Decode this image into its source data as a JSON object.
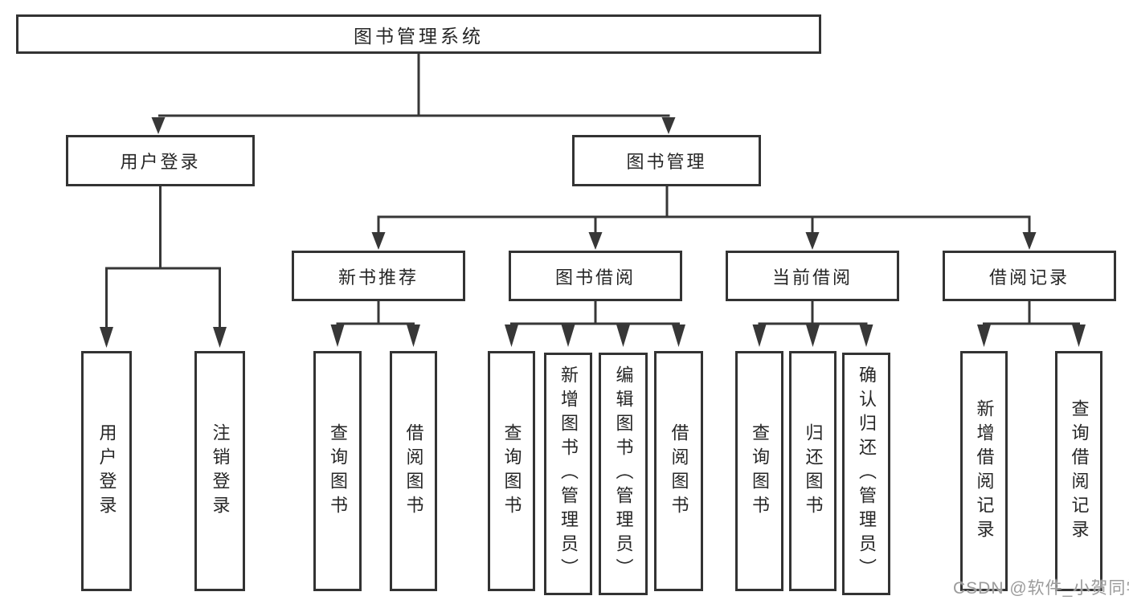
{
  "diagram": {
    "watermark": "CSDN @软件_小贺同学",
    "colors": {
      "background": "#ffffff",
      "line": "#373737",
      "border": "#333333",
      "text": "#262626",
      "watermark": "#9b9b9b"
    },
    "root": {
      "label": "图书管理系统"
    },
    "branches": [
      {
        "label": "用户登录",
        "children": [
          {
            "label": "用户登录"
          },
          {
            "label": "注销登录"
          }
        ]
      },
      {
        "label": "图书管理",
        "children": [
          {
            "label": "新书推荐",
            "children": [
              {
                "label": "查询图书"
              },
              {
                "label": "借阅图书"
              }
            ]
          },
          {
            "label": "图书借阅",
            "children": [
              {
                "label": "查询图书"
              },
              {
                "label": "新增图书（管理员）"
              },
              {
                "label": "编辑图书（管理员）"
              },
              {
                "label": "借阅图书"
              }
            ]
          },
          {
            "label": "当前借阅",
            "children": [
              {
                "label": "查询图书"
              },
              {
                "label": "归还图书"
              },
              {
                "label": "确认归还（管理员）"
              }
            ]
          },
          {
            "label": "借阅记录",
            "children": [
              {
                "label": "新增借阅记录"
              },
              {
                "label": "查询借阅记录"
              }
            ]
          }
        ]
      }
    ]
  }
}
